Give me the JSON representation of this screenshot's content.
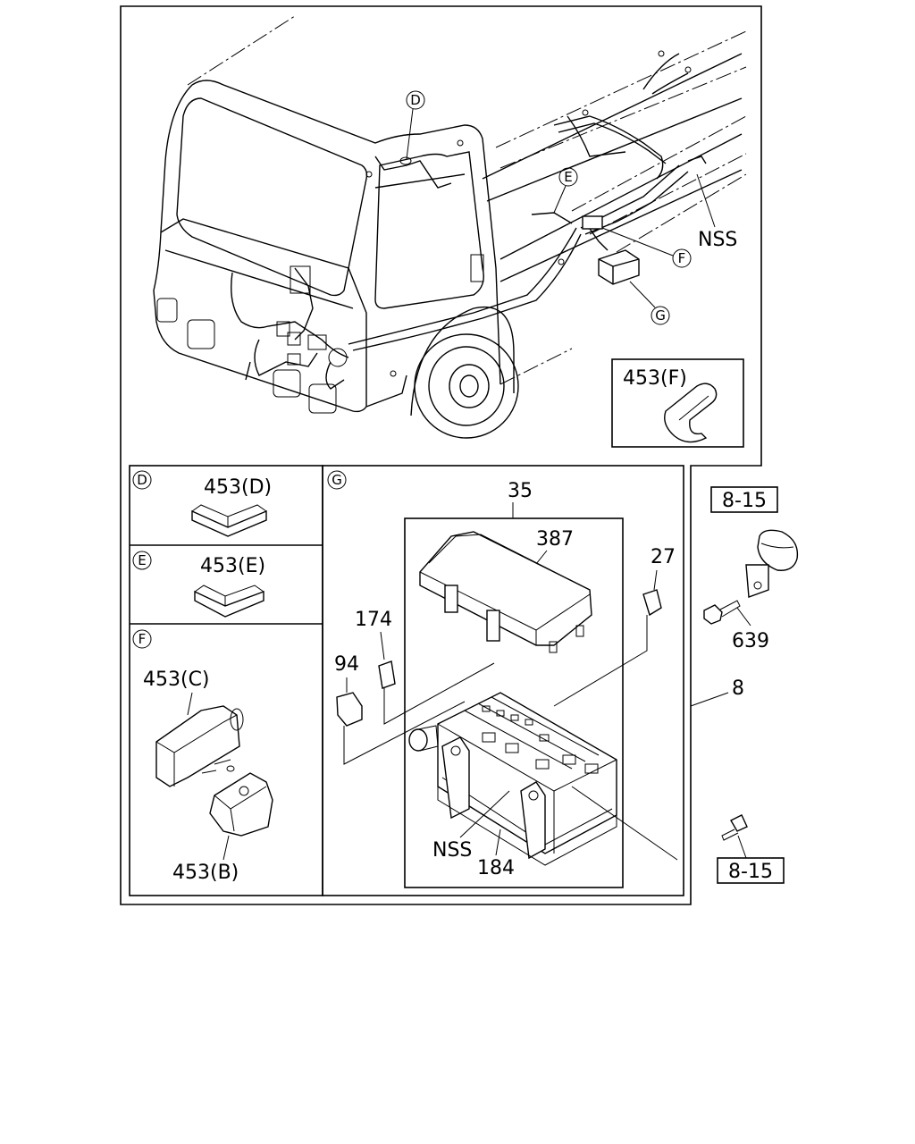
{
  "labels": {
    "circle_D": "D",
    "circle_E": "E",
    "circle_F": "F",
    "circle_G": "G",
    "nss_top": "NSS",
    "part_453F": "453(F)",
    "part_453D": "453(D)",
    "part_453E": "453(E)",
    "part_453C": "453(C)",
    "part_453B": "453(B)",
    "part_35": "35",
    "part_387": "387",
    "part_27": "27",
    "part_174": "174",
    "part_94": "94",
    "nss_bottom": "NSS",
    "part_184": "184",
    "ref_8_15_top": "8-15",
    "part_639": "639",
    "part_8": "8",
    "ref_8_15_bottom": "8-15"
  }
}
